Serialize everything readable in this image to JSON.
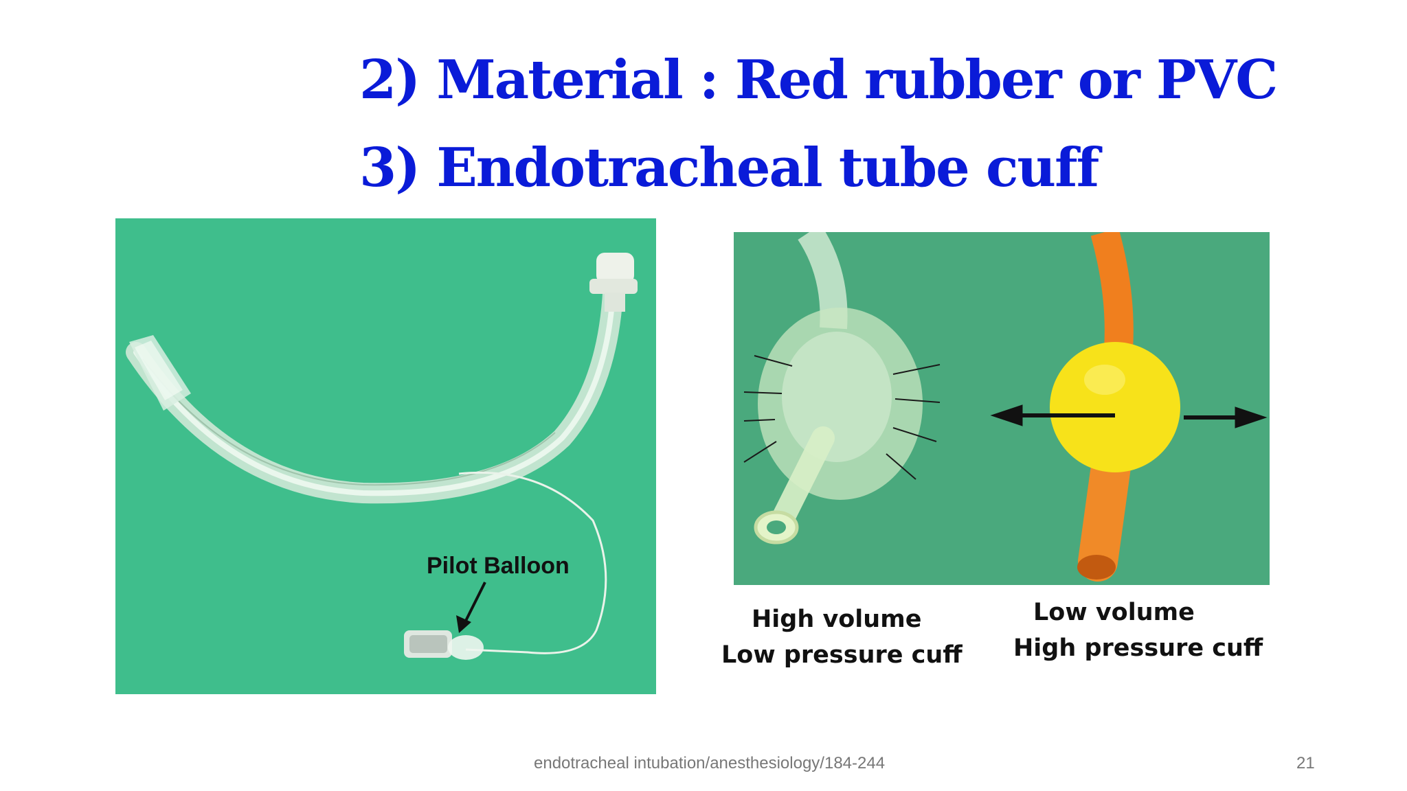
{
  "slide": {
    "title_line1": "2) Material : Red rubber or PVC",
    "title_line2": "3) Endotracheal tube cuff",
    "left_image": {
      "label": "Pilot Balloon"
    },
    "captions": {
      "high_volume_line1": "High volume",
      "high_volume_line2": "Low pressure cuff",
      "low_volume_line1": "Low volume",
      "low_volume_line2": "High  pressure cuff"
    },
    "footer": {
      "source": "endotracheal intubation/anesthesiology/184-244",
      "page_number": "21"
    },
    "colors": {
      "title": "#0a1bd8",
      "left_bg": "#3fbe8c",
      "right_bg": "#4aa97d",
      "red_rubber_tube": "#f07f1e",
      "low_volume_cuff": "#f7e21a"
    }
  }
}
